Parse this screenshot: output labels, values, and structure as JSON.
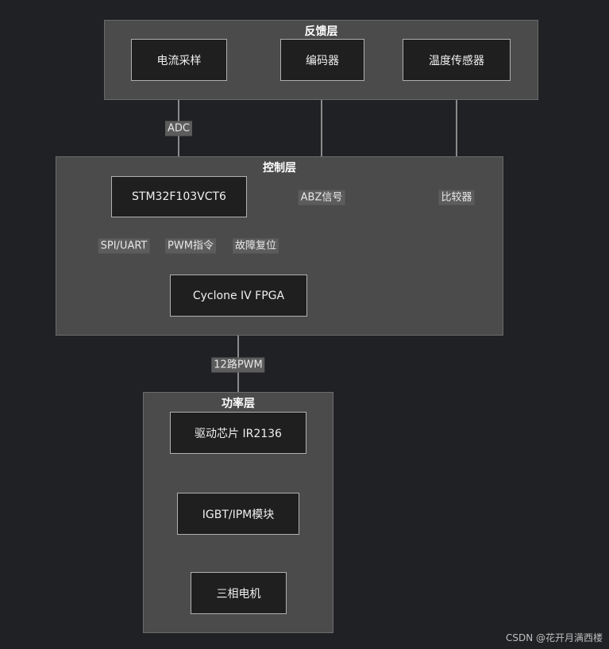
{
  "layers": {
    "feedback": "反馈层",
    "control": "控制层",
    "power": "功率层"
  },
  "nodes": {
    "current_sampling": "电流采样",
    "encoder": "编码器",
    "temp_sensor": "温度传感器",
    "stm32": "STM32F103VCT6",
    "fpga": "Cyclone IV FPGA",
    "driver": "驱动芯片 IR2136",
    "igbt": "IGBT/IPM模块",
    "motor": "三相电机"
  },
  "edge_labels": {
    "adc": "ADC",
    "abz": "ABZ信号",
    "comparator": "比较器",
    "spi_uart": "SPI/UART",
    "pwm_cmd": "PWM指令",
    "fault_reset": "故障复位",
    "pwm12": "12路PWM"
  },
  "watermark": "CSDN @花开月满西楼",
  "colors": {
    "background": "#202124",
    "layer_fill": "#4a4b4a",
    "node_fill": "#1e1f1e",
    "edge": "#cfcfcf"
  }
}
